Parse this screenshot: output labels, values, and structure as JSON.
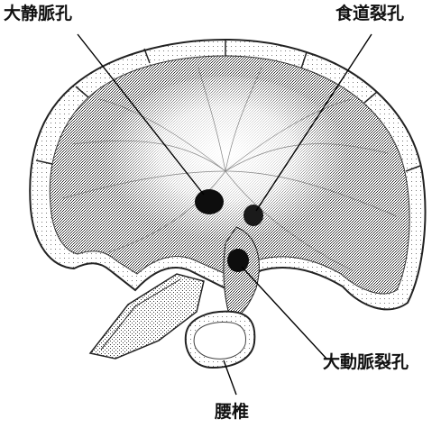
{
  "figure": {
    "labels": {
      "vena_caval_foramen": "大静脈孔",
      "esophageal_hiatus": "食道裂孔",
      "aortic_hiatus": "大動脈裂孔",
      "lumbar_vertebra": "腰椎"
    }
  }
}
